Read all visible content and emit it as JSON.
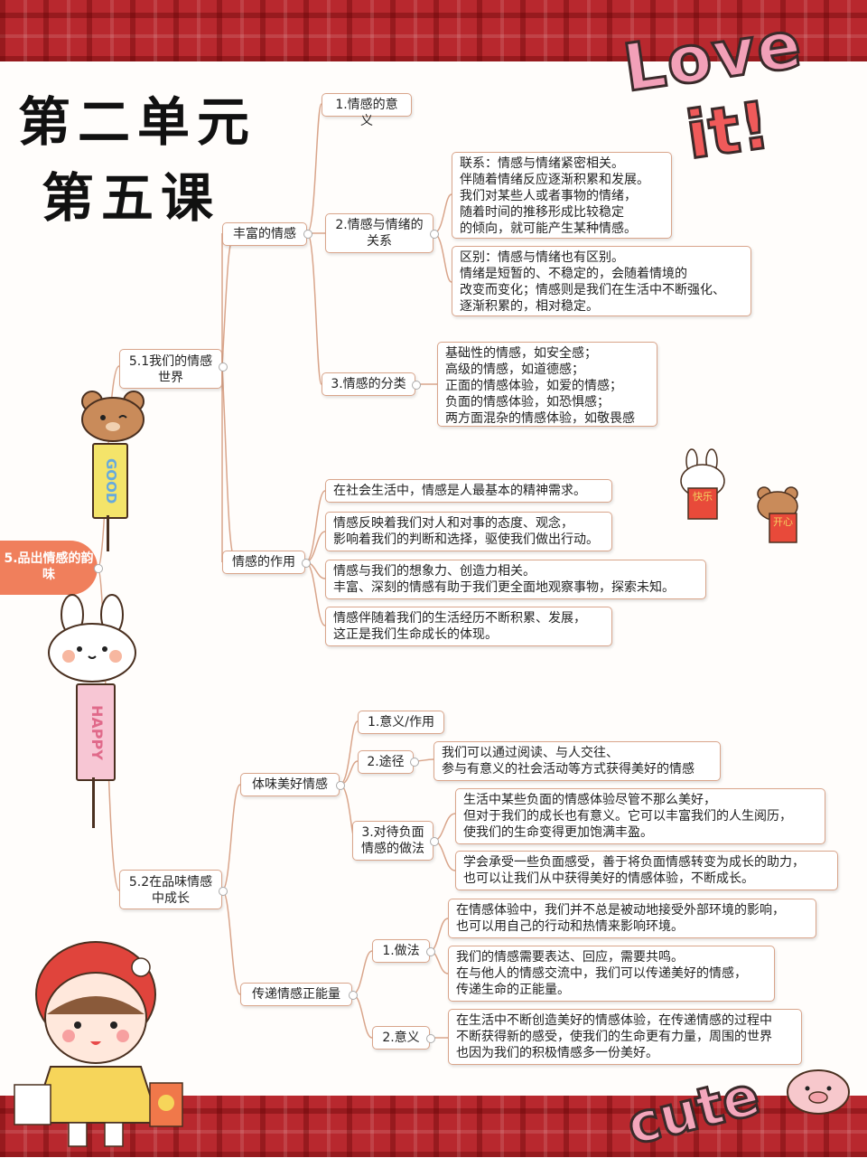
{
  "heading": {
    "line1": "第二单元",
    "line2": "第五课"
  },
  "deco_text": {
    "love": "Love",
    "it": "it!",
    "good": "GOOD",
    "happy": "HAPPY",
    "cute": "cute",
    "kuaile": "快乐",
    "kaixin": "开心"
  },
  "mindmap": {
    "root": "5.品出情感的韵味",
    "b1": {
      "label": "5.1我们的情感世界",
      "rich": {
        "label": "丰富的情感",
        "n1": "1.情感的意义",
        "n2": "2.情感与情绪的关系",
        "n2_link": "联系：情感与情绪紧密相关。\n伴随着情绪反应逐渐积累和发展。\n我们对某些人或者事物的情绪，\n随着时间的推移形成比较稳定\n的倾向，就可能产生某种情感。",
        "n2_diff": "区别：情感与情绪也有区别。\n情绪是短暂的、不稳定的，会随着情境的\n改变而变化；情感则是我们在生活中不断强化、\n逐渐积累的，相对稳定。",
        "n3": "3.情感的分类",
        "n3_detail": "基础性的情感，如安全感；\n高级的情感，如道德感；\n正面的情感体验，如爱的情感；\n负面的情感体验，如恐惧感；\n两方面混杂的情感体验，如敬畏感"
      },
      "role": {
        "label": "情感的作用",
        "i1": "在社会生活中，情感是人最基本的精神需求。",
        "i2": "情感反映着我们对人和对事的态度、观念，\n影响着我们的判断和选择，驱使我们做出行动。",
        "i3": "情感与我们的想象力、创造力相关。\n丰富、深刻的情感有助于我们更全面地观察事物，探索未知。",
        "i4": "情感伴随着我们的生活经历不断积累、发展，\n这正是我们生命成长的体现。"
      }
    },
    "b2": {
      "label": "5.2在品味情感中成长",
      "exp": {
        "label": "体味美好情感",
        "n1": "1.意义/作用",
        "n2": "2.途径",
        "n2_detail": "我们可以通过阅读、与人交往、\n参与有意义的社会活动等方式获得美好的情感",
        "n3": "3.对待负面情感的做法",
        "n3_d1": "生活中某些负面的情感体验尽管不那么美好，\n但对于我们的成长也有意义。它可以丰富我们的人生阅历，\n使我们的生命变得更加饱满丰盈。",
        "n3_d2": "学会承受一些负面感受，善于将负面情感转变为成长的助力，\n也可以让我们从中获得美好的情感体验，不断成长。"
      },
      "pass": {
        "label": "传递情感正能量",
        "n1": "1.做法",
        "n1_d1": "在情感体验中，我们并不总是被动地接受外部环境的影响，\n也可以用自己的行动和热情来影响环境。",
        "n1_d2": "我们的情感需要表达、回应，需要共鸣。\n在与他人的情感交流中，我们可以传递美好的情感，\n传递生命的正能量。",
        "n2": "2.意义",
        "n2_detail": "在生活中不断创造美好的情感体验，在传递情感的过程中\n不断获得新的感受，使我们的生命更有力量，周围的世界\n也因为我们的积极情感多一份美好。"
      }
    }
  }
}
